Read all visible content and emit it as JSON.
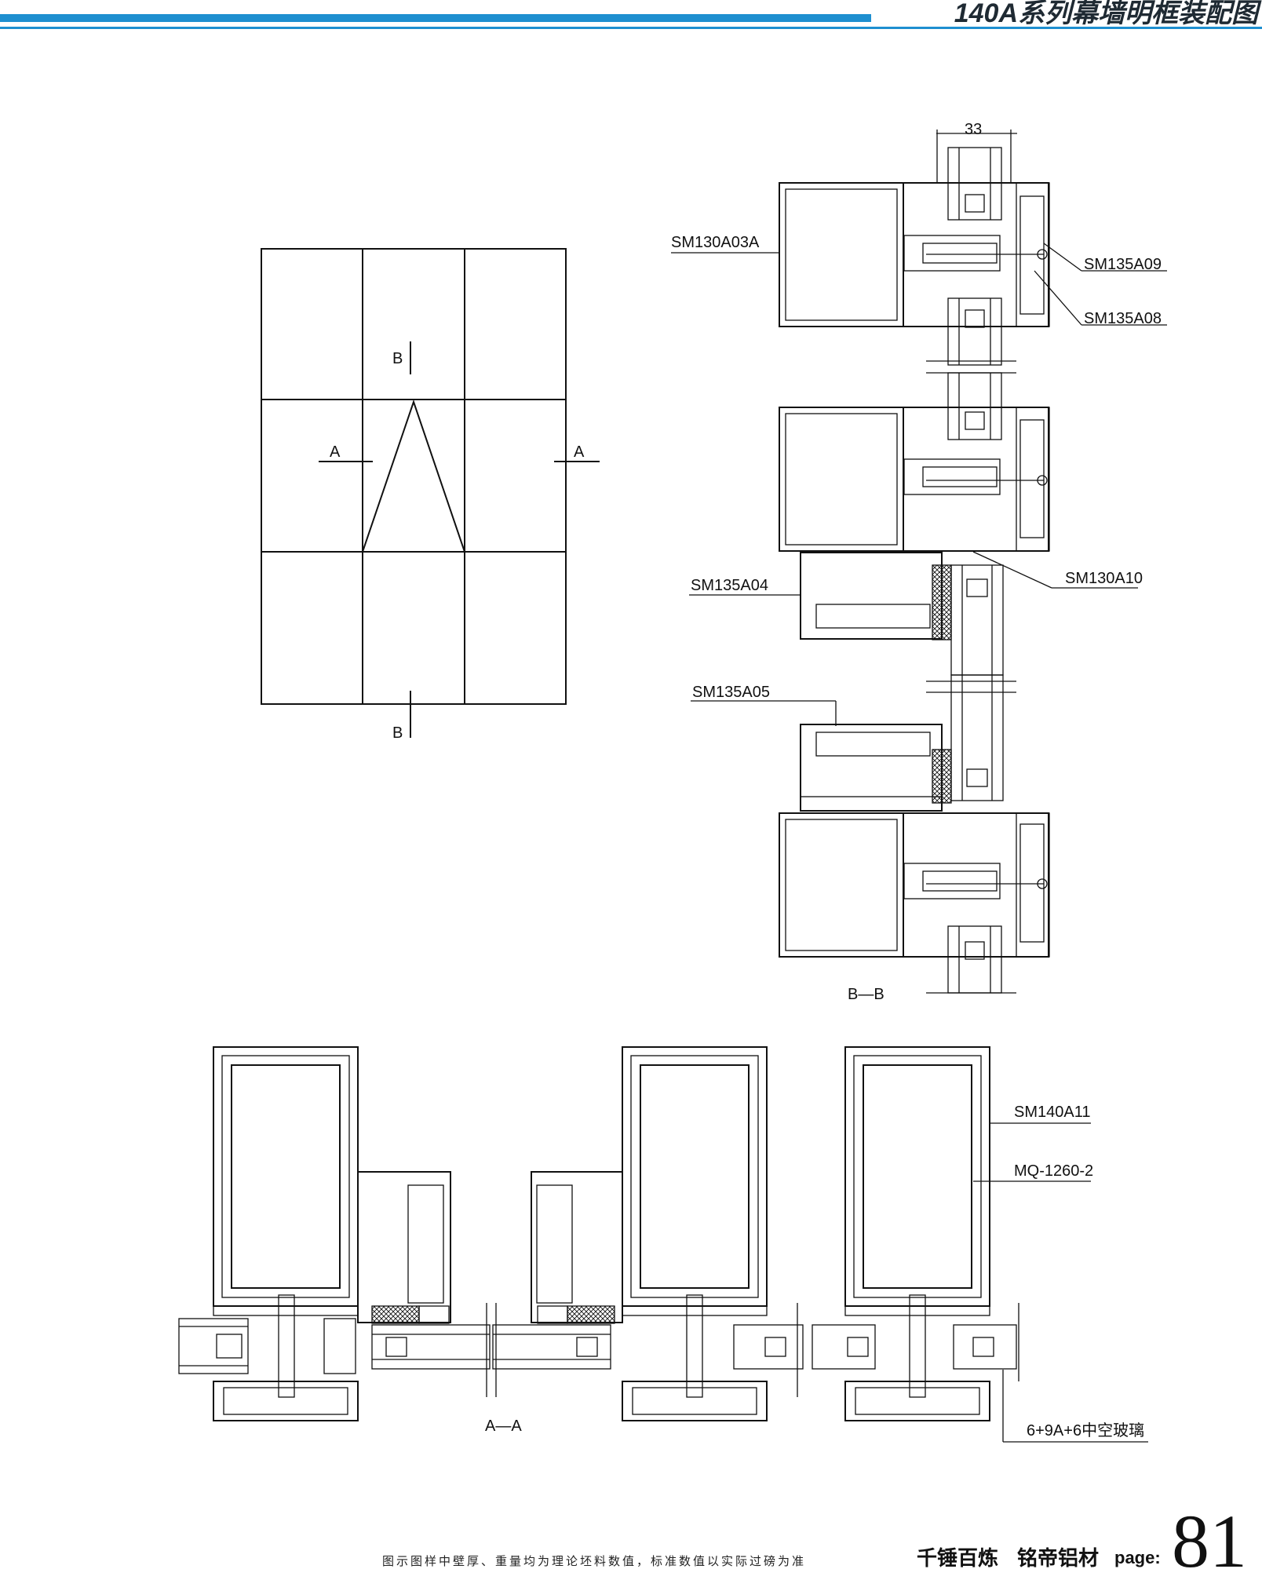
{
  "header": {
    "title": "140A系列幕墙明框装配图",
    "accent_color": "#1e8fd0"
  },
  "elevation": {
    "section_marks": {
      "b_top": "B",
      "b_bottom": "B",
      "a_left": "A",
      "a_right": "A"
    }
  },
  "section_bb": {
    "title": "B—B",
    "dimension": "33",
    "labels": {
      "sm130a03a": "SM130A03A",
      "sm135a09": "SM135A09",
      "sm135a08": "SM135A08",
      "sm130a10": "SM130A10",
      "sm135a04": "SM135A04",
      "sm135a05": "SM135A05"
    }
  },
  "section_aa": {
    "title": "A—A",
    "labels": {
      "sm140a11": "SM140A11",
      "mq1260": "MQ-1260-2",
      "glass": "6+9A+6中空玻璃"
    }
  },
  "footer": {
    "note": "图示图样中壁厚、重量均为理论坯料数值，标准数值以实际过磅为准",
    "brand1": "千锤百炼",
    "brand2": "铭帝铝材",
    "page_word": "page:",
    "page_number": "81"
  }
}
